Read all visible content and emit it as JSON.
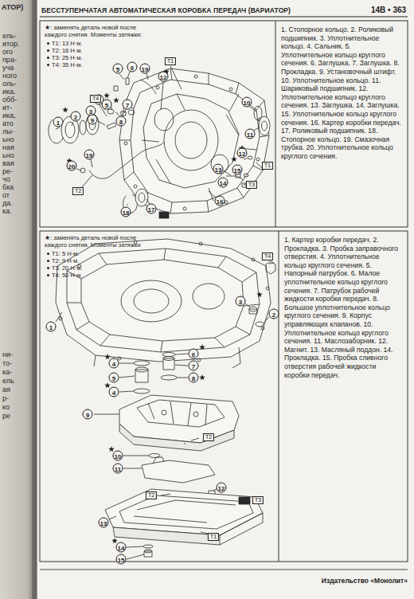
{
  "diagram": {
    "title": "БЕССТУПЕНЧАТАЯ АВТОМАТИЧЕСКАЯ КОРОБКА ПЕРЕДАЧ (ВАРИАТОР)",
    "nodes": [
      {
        "text": [
          "1. Стопорное кольцо. 2. Роликовый подшипник. 3. Уплотнительное кольцо. 4. Сальник. 5. Уплотнительное кольцо круглого сечения. 6. Заглушка. 7. Заглушка. 8. Прокладка. 9. Установочный штифт. 10. Уплотнительное кольцо. 11. Шариковый подшипник. 12. Уплотнительное кольцо круглого сечения. 13. Заглушка. 14. Заглушка. 15. Уплотнительное кольцо круглого сечения. 16. Картер коробки передач. 17. Роликовый подшипник. 18. Стопорное кольцо. 19. Смазочная трубка. 20. Уплотнительное кольцо круглого сечения."
        ]
      },
      {
        "text": [
          "1. Картер коробки передач. 2. Прокладка. 3. Пробка заправочного отверстия. 4. Уплотнительное кольцо круглого сечения. 5. Напорный патрубок. 6. Малое уплотнительное кольцо круглого сечения. 7. Патрубок рабочей жидкости коробки передач. 8. Большое уплотнительное кольцо круглого сечения. 9. Корпус управляющих клапанов. 10. Уплотнительное кольцо круглого сечения. 11. Маслозаборник. 12. Магнит. 13. Масляный поддон. 14. Прокладка. 15. Пробка сливного отверстия рабочей жидкости коробки передач."
        ]
      }
    ],
    "labels": [
      "АТОР)",
      "ель-",
      "итор.",
      "ого",
      "пра-",
      "уча",
      "ного",
      "оль-",
      "ика.",
      "обб-",
      "ит-",
      "ика,",
      "ато",
      "лы-",
      "ьно",
      "ная",
      "ьно",
      "вая",
      "ре-",
      "чо",
      "бка",
      "от",
      "да.",
      "ка.",
      "ни-",
      "то-",
      "ка-",
      "ель",
      "ая",
      "р-",
      "ко",
      "ре",
      "14В • 363",
      "★: заменять деталь новой после каждого снятия. Моменты затяжки:",
      "T1: 13 Н·м.",
      "T2: 16 Н·м.",
      "T3: 25 Н·м.",
      "T4: 35 Н·м.",
      "★: заменять деталь новой после каждого снятия. Моменты затяжки:",
      "T1: 5 Н·м.",
      "T2: 9 Н·м.",
      "T3: 20 Н·м.",
      "T4: 50 Н·м.",
      "1",
      "2",
      "3",
      "4",
      "5",
      "6",
      "5",
      "7",
      "8",
      "9",
      "19",
      "12",
      "10",
      "11",
      "12",
      "13",
      "14",
      "15",
      "16",
      "17",
      "18",
      "19",
      "20",
      "T1",
      "T4",
      "T1",
      "T3",
      "T2",
      "1",
      "2",
      "3",
      "4",
      "5",
      "4",
      "6",
      "7",
      "8",
      "9",
      "10",
      "11",
      "12",
      "13",
      "14",
      "15",
      "T4",
      "T2",
      "T2",
      "T3",
      "T1",
      "Издательство «Монолит»"
    ]
  }
}
